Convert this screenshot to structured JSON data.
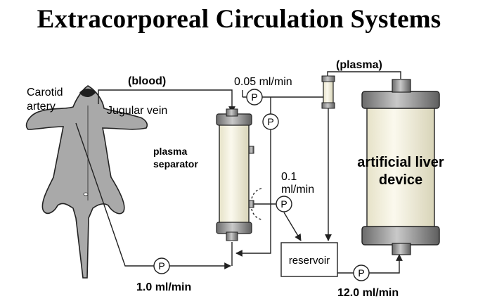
{
  "title": "Extracorporeal Circulation Systems",
  "labels": {
    "carotid_line1": "Carotid",
    "carotid_line2": "artery",
    "jugular": "Jugular vein",
    "blood": "(blood)",
    "plasma": "(plasma)",
    "separator_line1": "plasma",
    "separator_line2": "separator",
    "liver_line1": "artificial liver",
    "liver_line2": "device",
    "reservoir": "reservoir",
    "pump_symbol": "P"
  },
  "flow_rates": {
    "plasma_out": "0.05 ml/min",
    "recirc_line1": "0.1",
    "recirc_line2": "ml/min",
    "blood_in": "1.0 ml/min",
    "liver_loop": "12.0 ml/min"
  },
  "colors": {
    "body_fill": "#a9a9a9",
    "cap_dark": "#7d7d7d",
    "cylinder_fill": "#f2efdc",
    "line": "#222222"
  }
}
